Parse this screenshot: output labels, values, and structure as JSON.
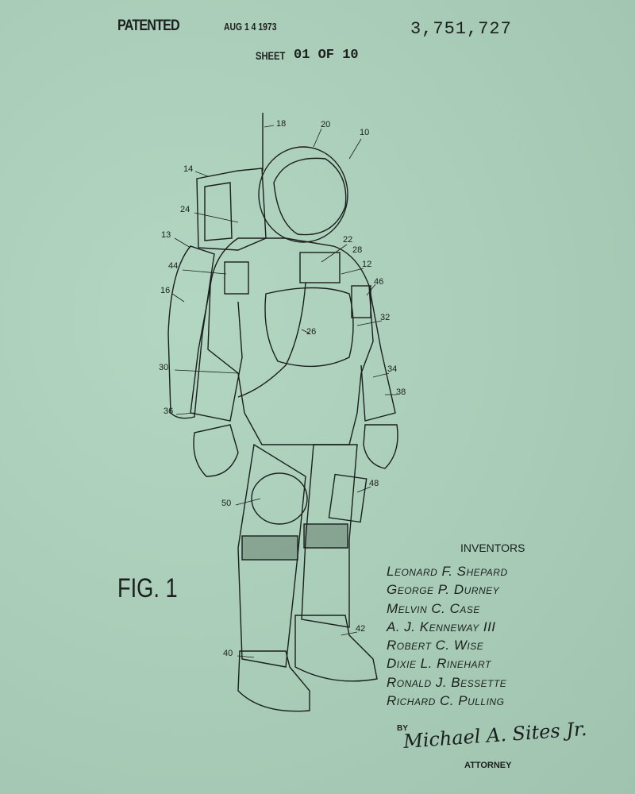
{
  "header": {
    "patented": "PATENTED",
    "date": "AUG 1 4 1973",
    "patent_number": "3,751,727",
    "sheet_label": "SHEET",
    "sheet_number": "01 OF 10"
  },
  "figure_label": "FIG. 1",
  "reference_numerals": [
    "18",
    "20",
    "10",
    "14",
    "24",
    "22",
    "28",
    "13",
    "44",
    "12",
    "46",
    "16",
    "26",
    "32",
    "30",
    "34",
    "38",
    "36",
    "48",
    "50",
    "42",
    "40"
  ],
  "inventors": {
    "heading": "INVENTORS",
    "names": [
      "Leonard F. Shepard",
      "George P. Durney",
      "Melvin C. Case",
      "A. J. Kenneway III",
      "Robert C. Wise",
      "Dixie L. Rinehart",
      "Ronald J. Bessette",
      "Richard C. Pulling"
    ]
  },
  "attorney": {
    "by": "BY",
    "signature": "Michael A. Sites Jr.",
    "label": "ATTORNEY"
  },
  "colors": {
    "background": "#a9cdb8",
    "ink": "#1b1f1d"
  }
}
